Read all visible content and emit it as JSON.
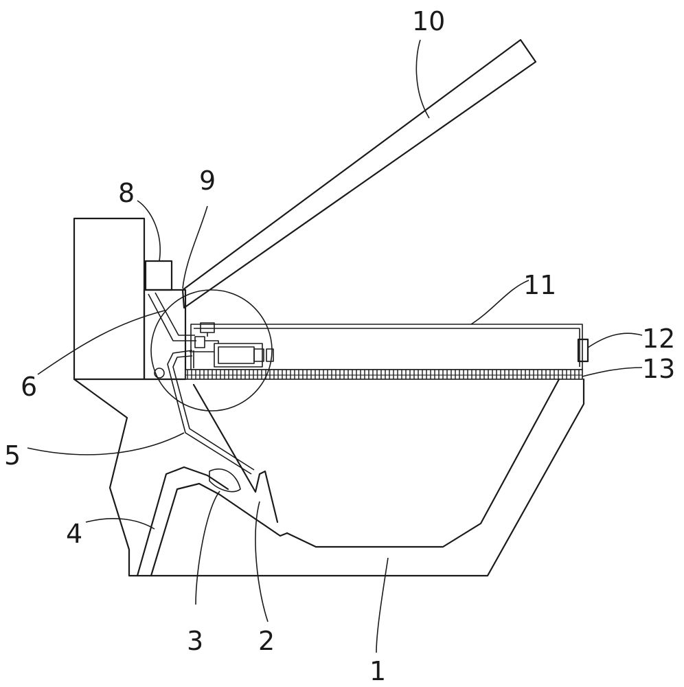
{
  "figure": {
    "labels": {
      "l1": "1",
      "l2": "2",
      "l3": "3",
      "l4": "4",
      "l5": "5",
      "l6": "6",
      "l8": "8",
      "l9": "9",
      "l10": "10",
      "l11": "11",
      "l12": "12",
      "l13": "13"
    },
    "colors": {
      "line": "#1a1a1a",
      "background": "#ffffff"
    }
  }
}
